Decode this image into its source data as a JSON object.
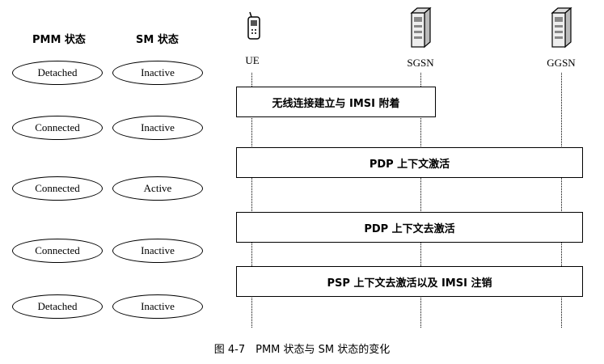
{
  "columns": {
    "pmm_header": "PMM 状态",
    "sm_header": "SM 状态"
  },
  "nodes": {
    "ue": "UE",
    "sgsn": "SGSN",
    "ggsn": "GGSN"
  },
  "states": [
    {
      "pmm": "Detached",
      "sm": "Inactive"
    },
    {
      "pmm": "Connected",
      "sm": "Inactive"
    },
    {
      "pmm": "Connected",
      "sm": "Active"
    },
    {
      "pmm": "Connected",
      "sm": "Inactive"
    },
    {
      "pmm": "Detached",
      "sm": "Inactive"
    }
  ],
  "procedures": [
    {
      "label": "无线连接建立与 IMSI 附着"
    },
    {
      "label": "PDP 上下文激活"
    },
    {
      "label": "PDP 上下文去激活"
    },
    {
      "label": "PSP 上下文去激活以及 IMSI 注销"
    }
  ],
  "caption": "图 4-7　PMM 状态与 SM 状态的变化"
}
